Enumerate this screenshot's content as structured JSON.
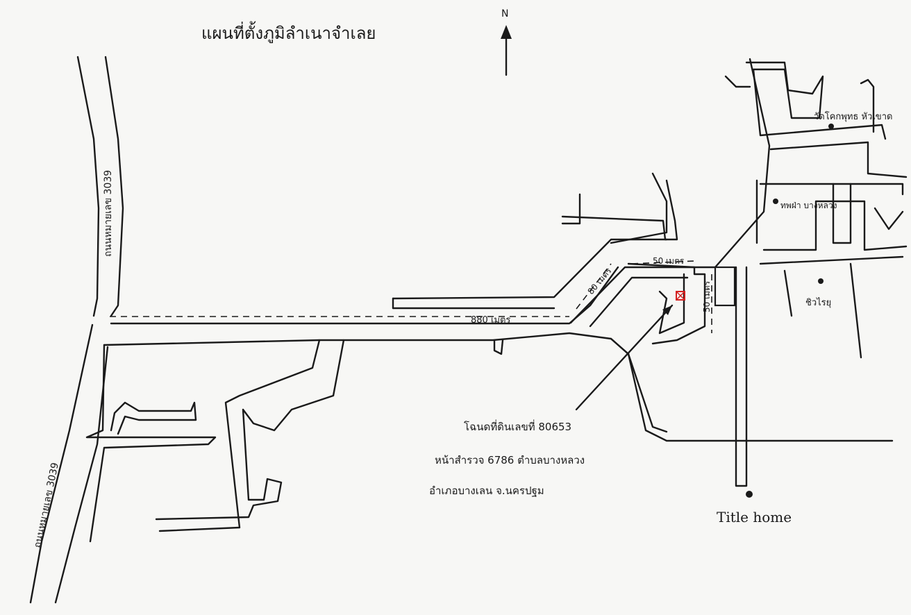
{
  "map": {
    "title": "แผนที่ตั้งภูมิลำเนาจำเลย",
    "north_label": "N",
    "roads": {
      "west_highway_upper": "ถนนหมายเลข 3039",
      "west_highway_lower": "ถนนหมายเลข 3039",
      "main_road_distance": "880 เมตร",
      "diagonal_distance": "80 เมตร",
      "top_short_distance": "50 เมตร",
      "vertical_short_distance": "50 เมตร"
    },
    "landmarks": {
      "temple": "วัดโคกพุทธ หัวเขาด",
      "shop": "ทพฝ่า บางหลวง",
      "school": "ชิวไรยุ",
      "home": "Title home"
    },
    "target_marker_color": "#d42020",
    "target_caption": {
      "line1": "โฉนดที่ดินเลขที่ 80653",
      "line2": "หน้าสำรวจ 6786 ตำบลบางหลวง",
      "line3": "อำเภอบางเลน จ.นครปฐม"
    }
  }
}
